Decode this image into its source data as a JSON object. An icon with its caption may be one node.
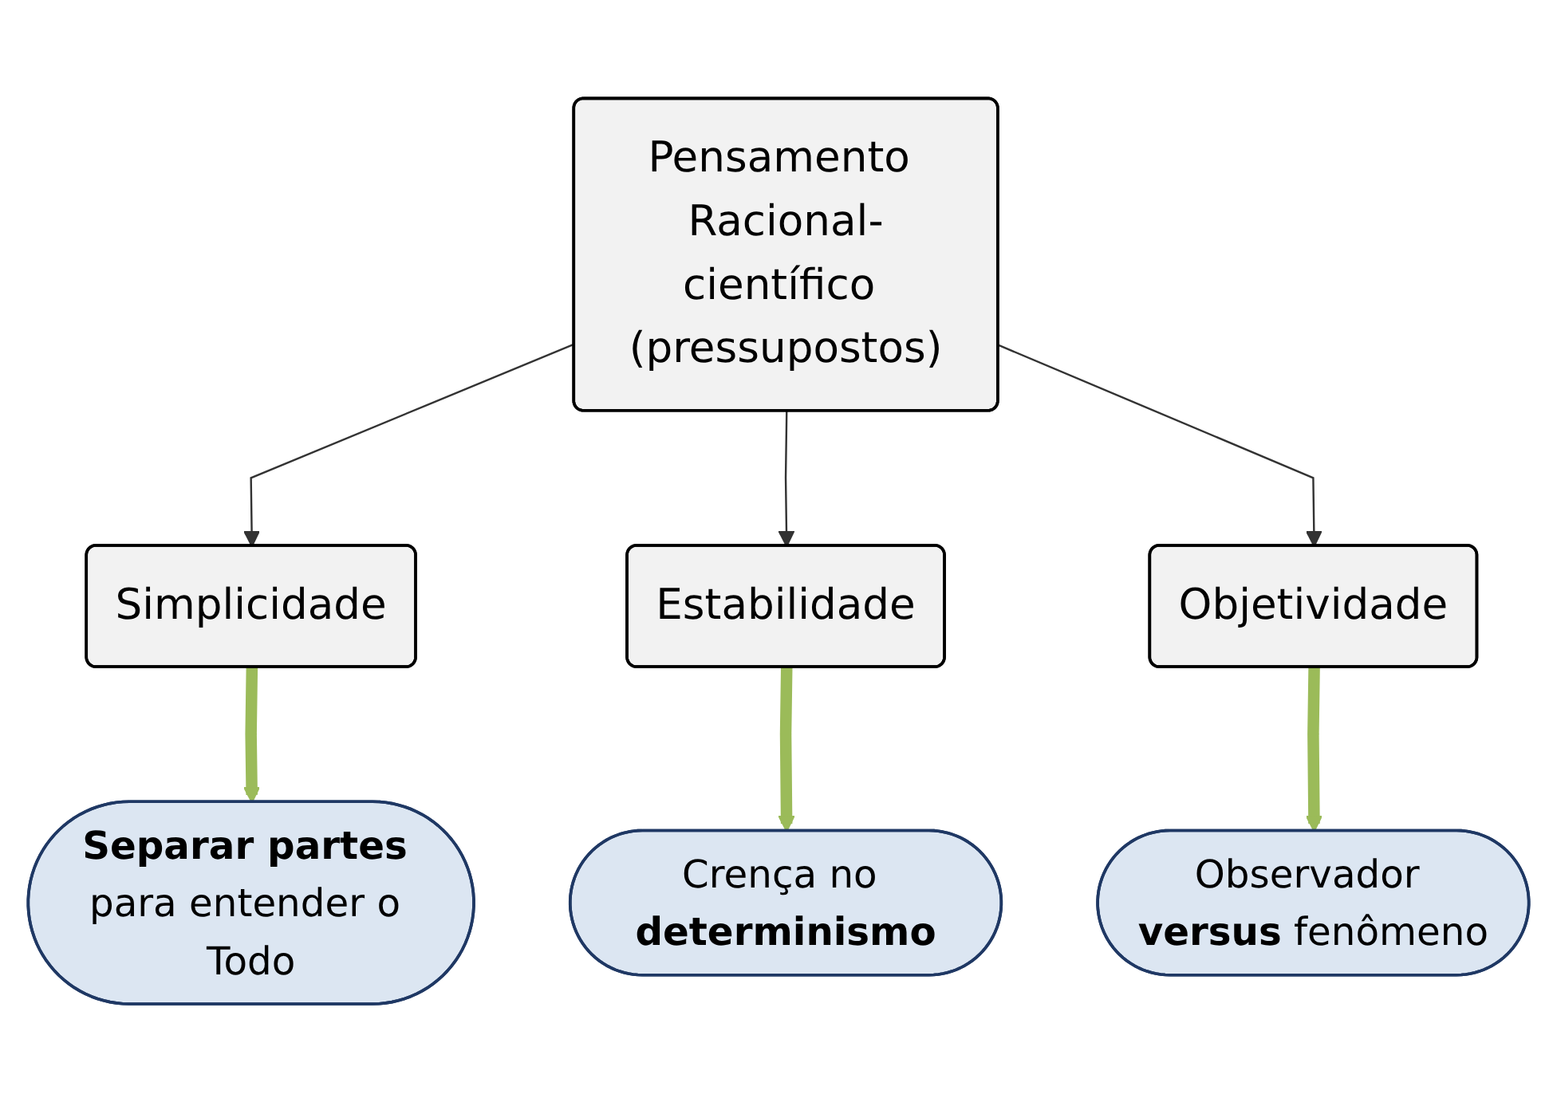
{
  "diagram": {
    "nodes": [
      {
        "text": [
          "Pensamento Racional-científico (pressupostos)"
        ]
      },
      {
        "text": [
          "Simplicidade"
        ]
      },
      {
        "text": [
          "Estabilidade"
        ]
      },
      {
        "text": [
          "Objetividade"
        ]
      },
      {
        "text": [
          "**Separar partes** para entender o Todo"
        ]
      },
      {
        "text": [
          "Crença no **determinismo**"
        ]
      },
      {
        "text": [
          "Observador **versus** fenômeno"
        ]
      }
    ],
    "edges": [
      {
        "from": 0,
        "to": 1,
        "arrow": "to"
      },
      {
        "from": 0,
        "to": 2,
        "arrow": "to"
      },
      {
        "from": 0,
        "to": 3,
        "arrow": "to"
      },
      {
        "from": 1,
        "to": 4,
        "arrow": "to",
        "style": "thick",
        "color": "#9bbb59"
      },
      {
        "from": 2,
        "to": 5,
        "arrow": "to",
        "style": "thick",
        "color": "#9bbb59"
      },
      {
        "from": 3,
        "to": 6,
        "arrow": "to",
        "style": "thick",
        "color": "#9bbb59"
      }
    ]
  }
}
